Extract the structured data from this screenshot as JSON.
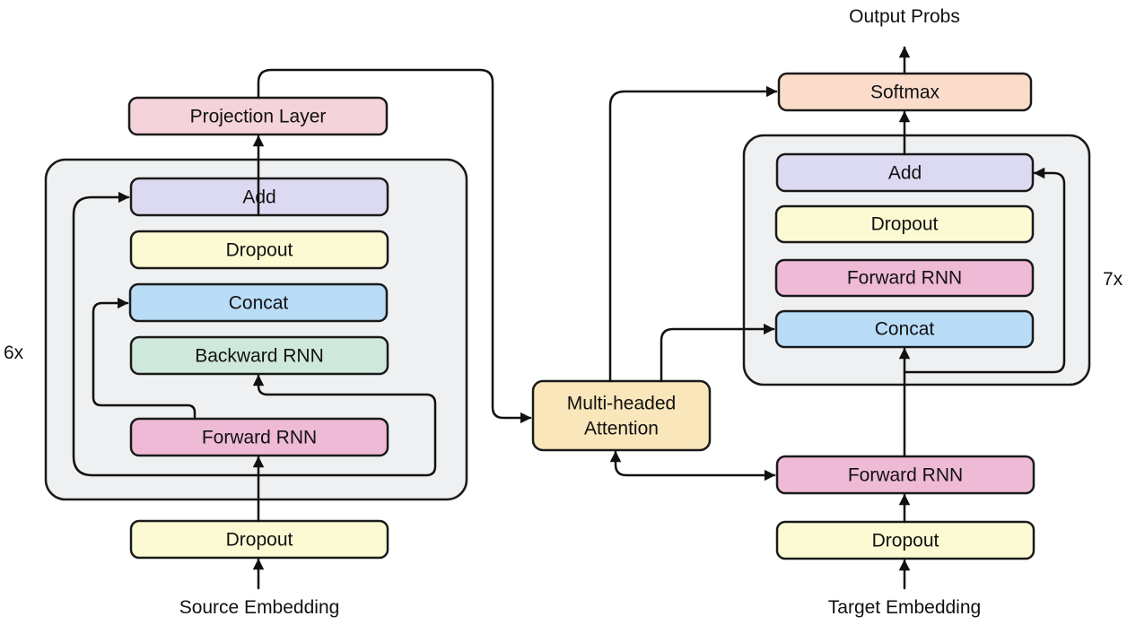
{
  "encoder": {
    "repeat": "6x",
    "input_label": "Source Embedding",
    "input_dropout": "Dropout",
    "forward_rnn": "Forward RNN",
    "backward_rnn": "Backward RNN",
    "concat": "Concat",
    "dropout": "Dropout",
    "add": "Add",
    "projection": "Projection Layer"
  },
  "attention": {
    "line1": "Multi-headed",
    "line2": "Attention"
  },
  "decoder": {
    "repeat": "7x",
    "input_label": "Target Embedding",
    "input_dropout": "Dropout",
    "forward_rnn_pre": "Forward RNN",
    "concat": "Concat",
    "forward_rnn": "Forward RNN",
    "dropout": "Dropout",
    "add": "Add",
    "softmax": "Softmax",
    "output_label": "Output Probs"
  },
  "colors": {
    "projection": "#f5d3da",
    "add": "#dcdaf2",
    "dropout": "#fcfad2",
    "concat": "#b9dcf7",
    "backward_rnn": "#cfe8dc",
    "forward_rnn": "#efbad6",
    "attention": "#f9e6bb",
    "softmax": "#fbdccb",
    "group": "#eef0f1"
  }
}
